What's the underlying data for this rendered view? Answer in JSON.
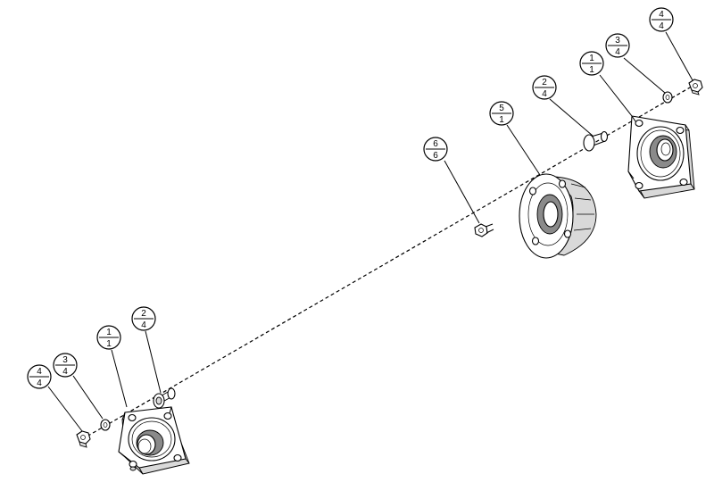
{
  "balloons": [
    {
      "id": "b-l-nut",
      "top": "4",
      "bottom": "4"
    },
    {
      "id": "b-l-washer",
      "top": "3",
      "bottom": "4"
    },
    {
      "id": "b-l-bearing",
      "top": "1",
      "bottom": "1"
    },
    {
      "id": "b-l-bolt",
      "top": "2",
      "bottom": "4"
    },
    {
      "id": "b-c-screw",
      "top": "6",
      "bottom": "6"
    },
    {
      "id": "b-c-hub",
      "top": "5",
      "bottom": "1"
    },
    {
      "id": "b-r-bolt",
      "top": "2",
      "bottom": "4"
    },
    {
      "id": "b-r-bearing",
      "top": "1",
      "bottom": "1"
    },
    {
      "id": "b-r-washer",
      "top": "3",
      "bottom": "4"
    },
    {
      "id": "b-r-nut",
      "top": "4",
      "bottom": "4"
    }
  ]
}
